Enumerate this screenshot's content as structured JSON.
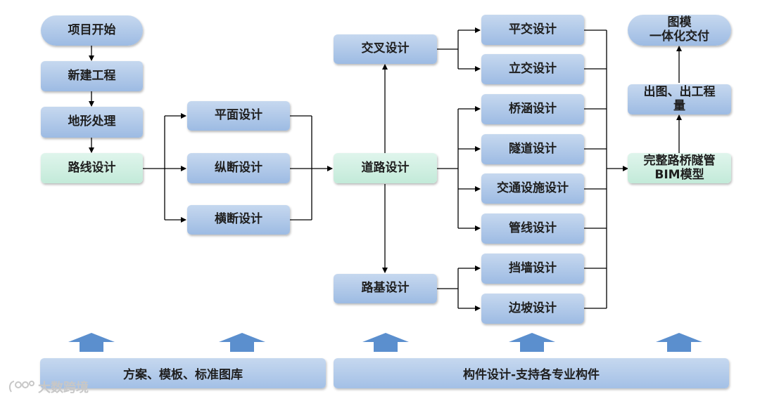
{
  "nodes": {
    "start": "项目开始",
    "new_project": "新建工程",
    "terrain": "地形处理",
    "route": "路线设计",
    "plane": "平面设计",
    "profile": "纵断设计",
    "cross_section": "横断设计",
    "intersection": "交叉设计",
    "road": "道路设计",
    "subgrade": "路基设计",
    "at_grade": "平交设计",
    "grade_sep": "立交设计",
    "bridge_culvert": "桥涵设计",
    "tunnel": "隧道设计",
    "traffic_facility": "交通设施设计",
    "pipeline": "管线设计",
    "retaining_wall": "挡墙设计",
    "slope": "边坡设计",
    "bim_model_l1": "完整路桥隧管",
    "bim_model_l2": "BIM模型",
    "drawing_l1": "出图、出工程",
    "drawing_l2": "量",
    "delivery_l1": "图模",
    "delivery_l2": "一体化交付"
  },
  "bars": {
    "left": "方案、模板、标准图库",
    "right": "构件设计-支持各专业构件"
  },
  "watermark": "大数跨境",
  "colors": {
    "node_blue": "#a9c4e8",
    "node_mint": "#cdeee0",
    "arrow_blue": "#5b8fce",
    "line": "#000000"
  }
}
